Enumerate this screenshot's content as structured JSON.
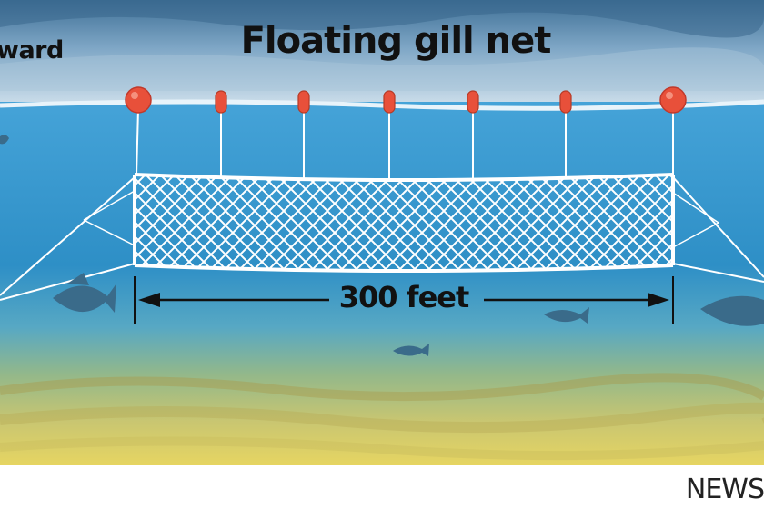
{
  "diagram": {
    "title": "Floating gill net",
    "side_text": "ward",
    "net_length_label": "300 feet",
    "credit": "NEWS"
  },
  "colors": {
    "sky_top": "#4a7fa6",
    "sky_light": "#c9dcea",
    "water_top": "#3f9cd4",
    "water_mid": "#2f8fc4",
    "sand_top": "#8db28a",
    "sand_bottom": "#e2d36a",
    "buoy": "#e8503a",
    "net": "#ffffff",
    "fish": "#3d6f8e"
  },
  "icons": [
    "fish-icon",
    "buoy-icon",
    "float-icon"
  ]
}
